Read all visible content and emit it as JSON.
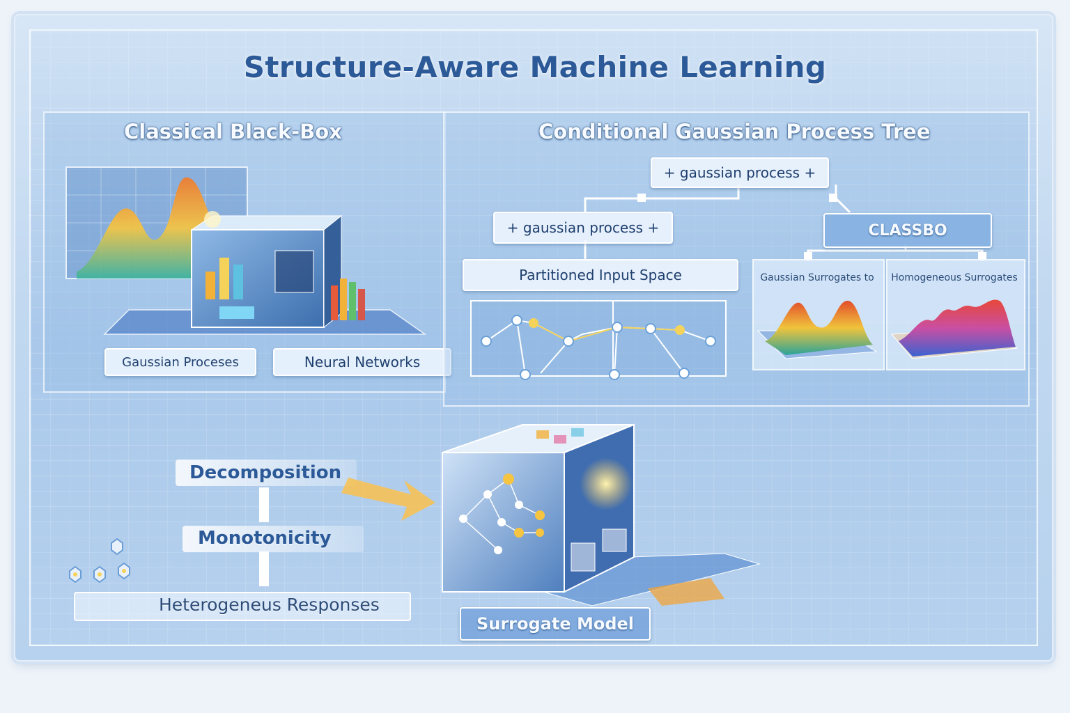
{
  "title": "Structure-Aware Machine Learning",
  "left_panel": {
    "title": "Classical Black-Box",
    "labels": [
      "Gaussian Proceses",
      "Neural Networks"
    ]
  },
  "right_panel": {
    "title": "Conditional Gaussian Process Tree",
    "top_node": "+ gaussian process +",
    "mid_node": "+ gaussian process +",
    "partition_node": "Partitioned Input Space",
    "classbo_node": "CLASSBO",
    "sub_left": "Gaussian Surrogates to",
    "sub_right": "Homogeneous Surrogates"
  },
  "bottom_panel": {
    "properties": [
      "Decomposition",
      "Monotonicity",
      "Heterogeneus Responses"
    ],
    "model_label": "Surrogate Model"
  },
  "colors": {
    "title": "#2c5a98",
    "accent_orange": "#f2b23a",
    "panel_text": "#1f3f6e"
  }
}
